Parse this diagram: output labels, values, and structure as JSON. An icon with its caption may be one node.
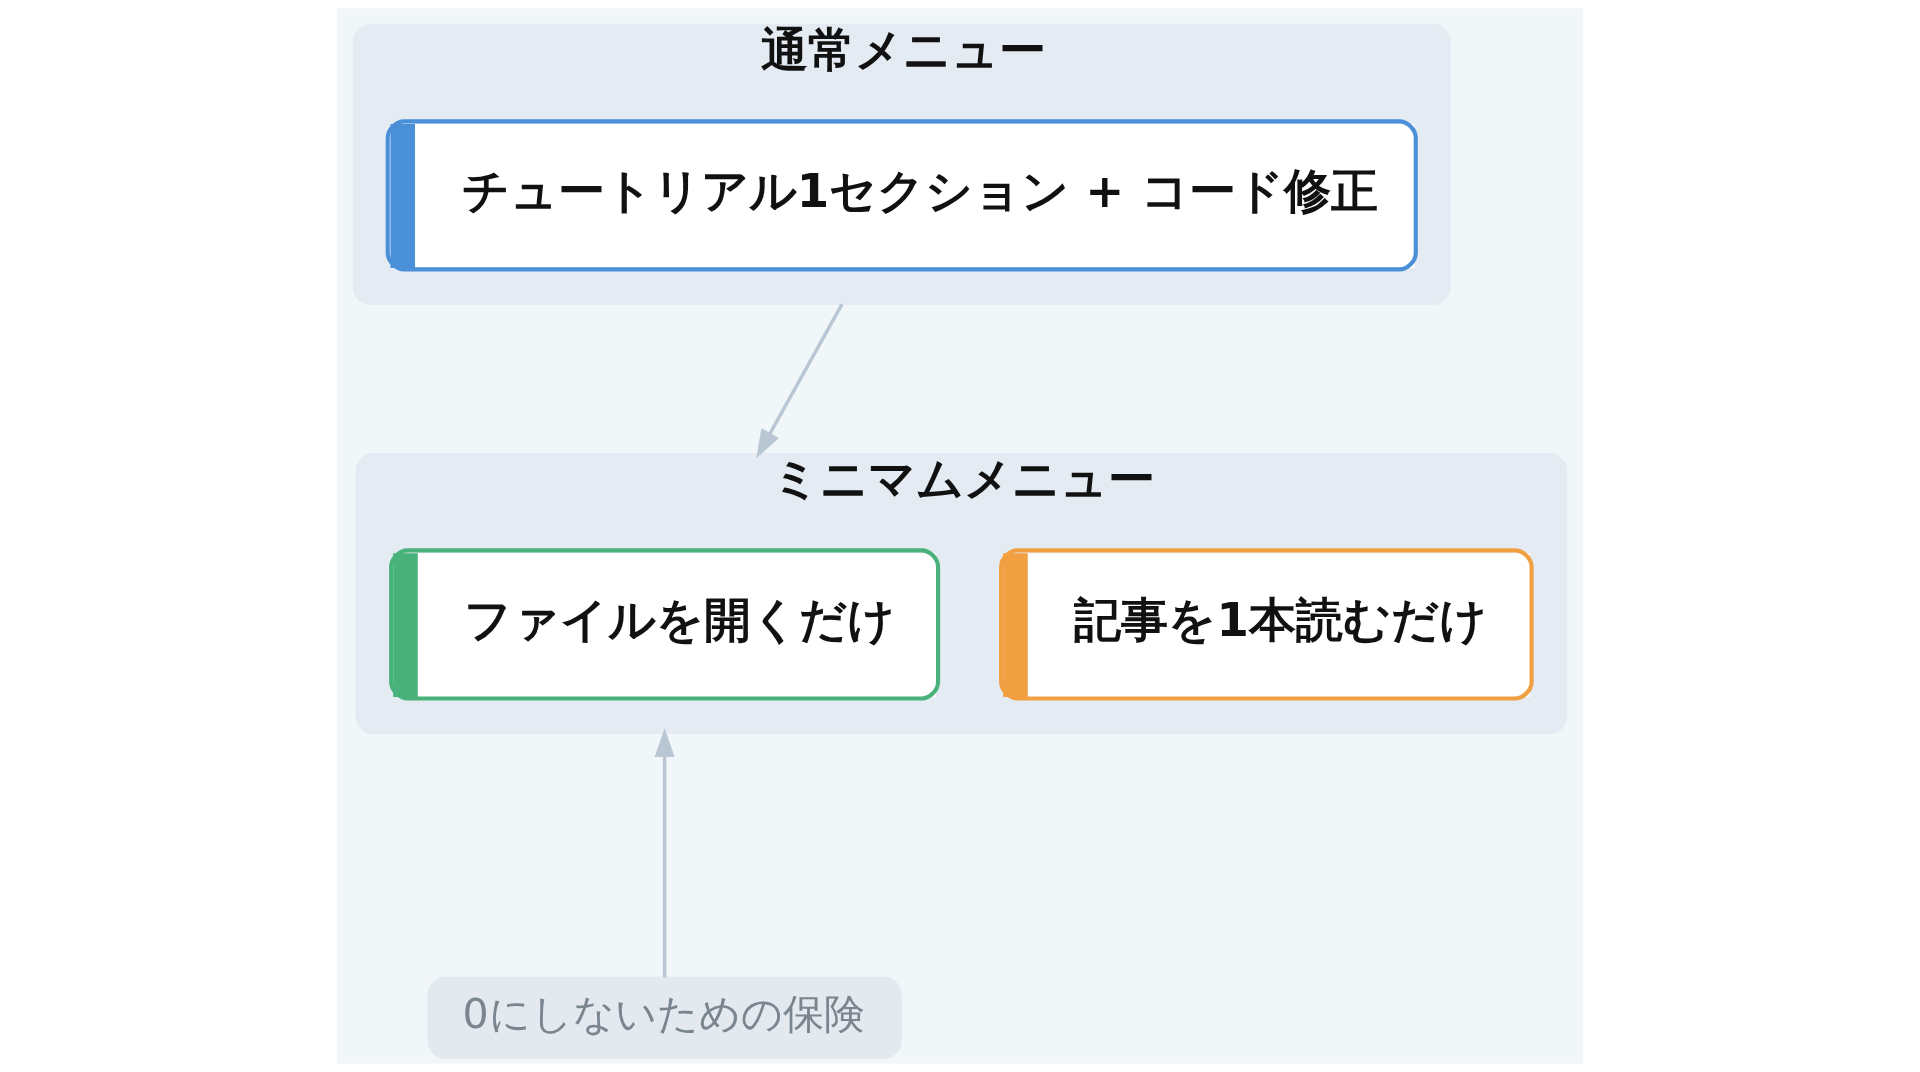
{
  "diagram": {
    "nodes": [
      {
        "text": [
          "通常メニュー"
        ]
      },
      {
        "text": [
          "チュートリアル1セクション + コード修正"
        ],
        "in": 0
      },
      {
        "text": [
          "ミニマムメニュー"
        ]
      },
      {
        "text": [
          "ファイルを開くだけ"
        ],
        "in": 2
      },
      {
        "text": [
          "記事を1本読むだけ"
        ],
        "in": 2
      },
      {
        "text": [
          "0にしないための保険"
        ]
      }
    ],
    "edges": [
      {
        "from": 0,
        "to": 2,
        "arrow": "to"
      },
      {
        "from": 5,
        "to": 2,
        "arrow": "to"
      }
    ]
  }
}
